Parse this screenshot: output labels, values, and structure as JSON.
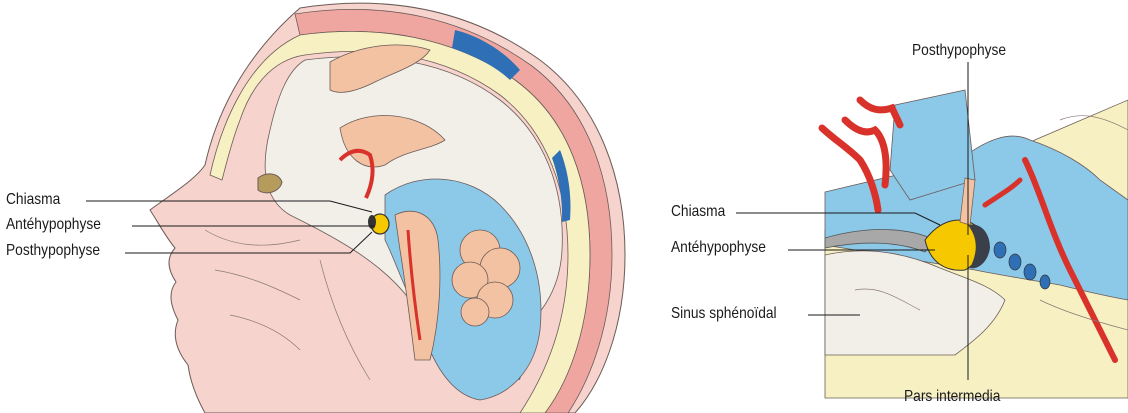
{
  "left_figure": {
    "labels": {
      "chiasma": "Chiasma",
      "antehypophyse": "Antéhypophyse",
      "posthypophyse": "Posthypophyse"
    }
  },
  "right_figure": {
    "labels": {
      "posthypophyse": "Posthypophyse",
      "chiasma": "Chiasma",
      "antehypophyse": "Antéhypophyse",
      "sinus_sphenoidal": "Sinus sphénoïdal",
      "pars_intermedia": "Pars intermedia"
    }
  },
  "colors": {
    "skin": "#f6d3cc",
    "scalp": "#f0a6a0",
    "bone": "#f7f0c2",
    "csf_blue": "#8cc8e8",
    "sinus_blue": "#2f6fb5",
    "brain": "#f2efe9",
    "gland_yellow": "#f6c800",
    "artery_red": "#d8322b",
    "tissue_peach": "#f2c2a2"
  }
}
